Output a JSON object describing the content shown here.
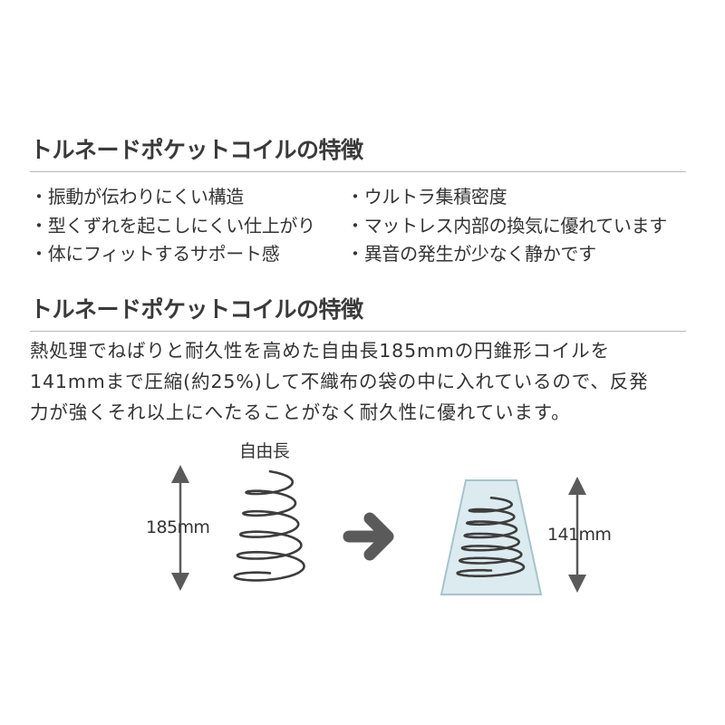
{
  "title1": "トルネードポケットコイルの特徴",
  "features": [
    "・振動が伝わりにくい構造",
    "・型くずれを起こしにくい仕上がり",
    "・体にフィットするサポート感",
    "・ウルトラ集積密度",
    "・マットレス内部の換気に優れています",
    "・異音の発生が少なく静かです"
  ],
  "title2": "トルネードポケットコイルの特徴",
  "description": [
    "熱処理でねばりと耐久性を高めた自由長185mmの円錐形コイルを",
    "141mmまで圧縮(約25%)して不織布の袋の中に入れているので、反発",
    "力が強くそれ以上にへたることがなく耐久性に優れています。"
  ],
  "diagram": {
    "free_label": "自由長",
    "free_height": "185mm",
    "compressed_height": "141mm",
    "colors": {
      "coil": "#3d3d3d",
      "arrow": "#5a5a5a",
      "pocket_fill": "#dcebef",
      "pocket_stroke": "#a7c3cc"
    },
    "icons": {
      "transform_arrow": "right-arrow-icon",
      "dimension_arrow": "double-headed-vertical-arrow-icon"
    }
  }
}
